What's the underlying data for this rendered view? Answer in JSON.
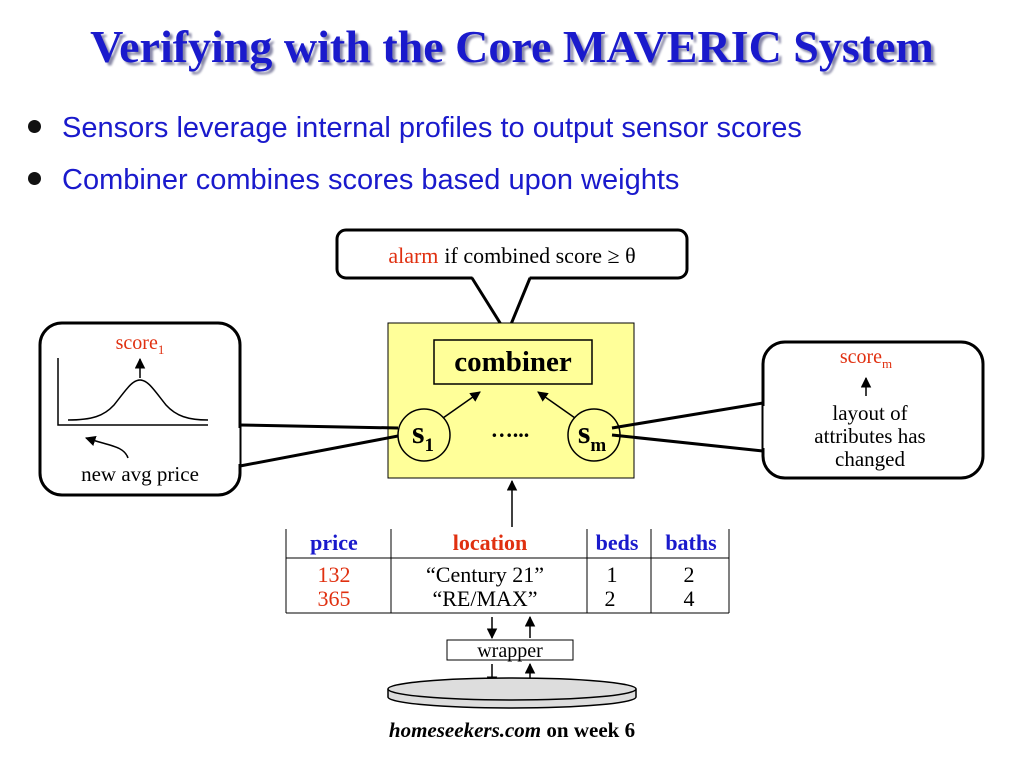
{
  "title": "Verifying with the Core MAVERIC System",
  "bullets": [
    "Sensors leverage internal profiles to output sensor scores",
    "Combiner combines scores based upon weights"
  ],
  "callout_top": {
    "alarm_word": "alarm",
    "rest": "if combined score ≥ θ"
  },
  "combiner": {
    "label": "combiner",
    "dots": "…...",
    "s1_base": "s",
    "s1_sub": "1",
    "sm_base": "s",
    "sm_sub": "m"
  },
  "left_callout": {
    "score_base": "score",
    "score_sub": "1",
    "caption": "new avg price"
  },
  "right_callout": {
    "score_base": "score",
    "score_sub": "m",
    "lines": [
      "layout of",
      "attributes has",
      "changed"
    ]
  },
  "table": {
    "headers": [
      "price",
      "location",
      "beds",
      "baths"
    ],
    "rows": [
      [
        "132",
        "“Century 21”",
        "1",
        "2"
      ],
      [
        "365",
        "“RE/MAX”",
        "2",
        "4"
      ]
    ]
  },
  "wrapper_label": "wrapper",
  "source": {
    "site": "homeseekers.com",
    "rest": " on week 6"
  },
  "colors": {
    "title": "#1a1acc",
    "accent_red": "#e03010",
    "header_blue": "#1a1acc",
    "combiner_fill": "#ffff99"
  }
}
